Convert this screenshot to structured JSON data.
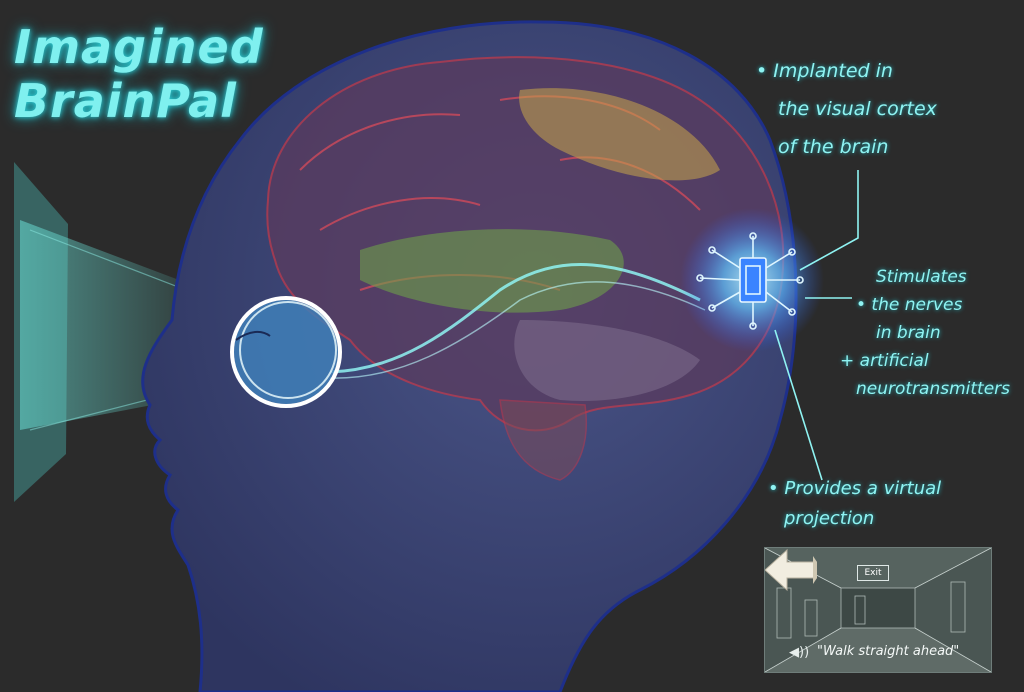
{
  "title_lines": [
    "Imagined",
    "BrainPal"
  ],
  "notes": {
    "implanted": [
      "• Implanted in",
      "the visual cortex",
      "of the brain"
    ],
    "stimulates": [
      "Stimulates",
      "• the nerves",
      "in brain",
      "+ artificial",
      "neurotransmitters"
    ],
    "provides": [
      "• Provides a virtual",
      "projection"
    ]
  },
  "inset": {
    "exit_sign": "Exit",
    "speaker_icon": "speaker-icon",
    "caption": "\"Walk straight ahead\""
  },
  "colors": {
    "background": "#2b2b2b",
    "accent": "#7ff0ef",
    "head": "#3f4a78",
    "brain_outline": "#c0394a",
    "implant": "#5fb9ff"
  }
}
